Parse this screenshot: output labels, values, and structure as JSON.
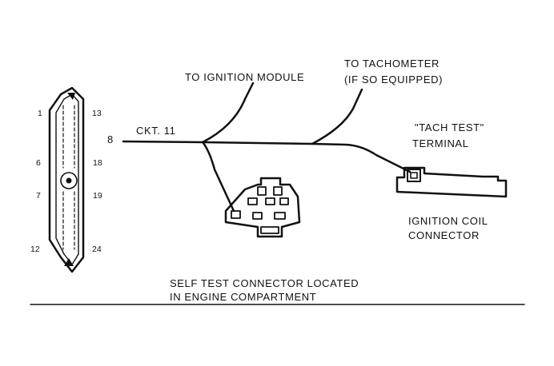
{
  "labels": {
    "ignition_module": "TO IGNITION MODULE",
    "tachometer_line1": "TO TACHOMETER",
    "tachometer_line2": "(IF SO EQUIPPED)",
    "circuit": "CKT. 11",
    "wire_pin": "8",
    "tach_test_line1": "\"TACH TEST\"",
    "tach_test_line2": "TERMINAL",
    "coil_line1": "IGNITION COIL",
    "coil_line2": "CONNECTOR",
    "caption_line1": "SELF TEST CONNECTOR LOCATED",
    "caption_line2": "IN ENGINE COMPARTMENT"
  },
  "connector_pins": {
    "p1": "1",
    "p6": "6",
    "p7": "7",
    "p12": "12",
    "p13": "13",
    "p18": "18",
    "p19": "19",
    "p24": "24"
  },
  "colors": {
    "ink": "#111111",
    "background": "#ffffff"
  }
}
